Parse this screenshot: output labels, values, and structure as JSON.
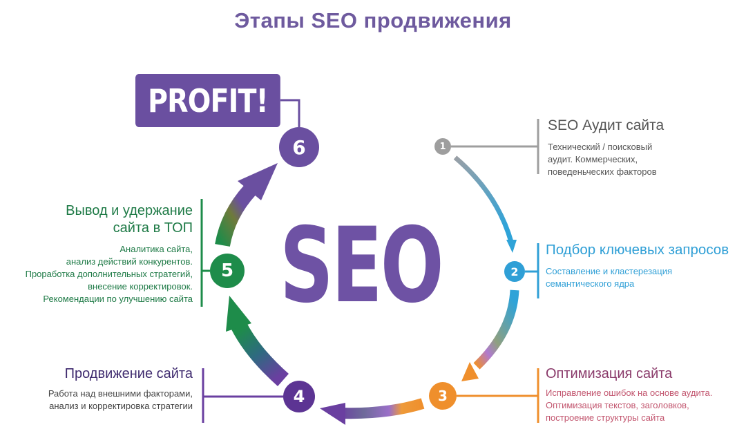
{
  "title": "Этапы SEO продвижения",
  "center_label": "SEO",
  "profit_label": "PROFIT!",
  "colors": {
    "title": "#6e5a9e",
    "purple": "#6a4fa0",
    "gray": "#9e9e9e",
    "blue": "#2f9fd6",
    "orange": "#ef8f2c",
    "green": "#1e8c4a"
  },
  "stages": [
    {
      "number": "1",
      "title": "SEO Аудит сайта",
      "desc": [
        "Технический / поисковый",
        "аудит. Коммерческих,",
        "поведеньческих факторов"
      ]
    },
    {
      "number": "2",
      "title": "Подбор ключевых запросов",
      "desc": [
        "Составление и кластерезация",
        "семантического ядра"
      ]
    },
    {
      "number": "3",
      "title": "Оптимизация сайта",
      "desc": [
        "Исправление ошибок на основе аудита.",
        "Оптимизация текстов, заголовков,",
        "построение структуры сайта"
      ]
    },
    {
      "number": "4",
      "title": "Продвижение сайта",
      "desc": [
        "Работа над внешними факторами,",
        "анализ и корректировка стратегии"
      ]
    },
    {
      "number": "5",
      "title": [
        "Вывод и удержание",
        "сайта в ТОП"
      ],
      "desc": [
        "Аналитика сайта,",
        "анализ действий конкурентов.",
        "Проработка дополнительных стратегий,",
        "внесение корректировок.",
        "Рекомендации по улучшению сайта"
      ]
    },
    {
      "number": "6",
      "title": "PROFIT!"
    }
  ]
}
